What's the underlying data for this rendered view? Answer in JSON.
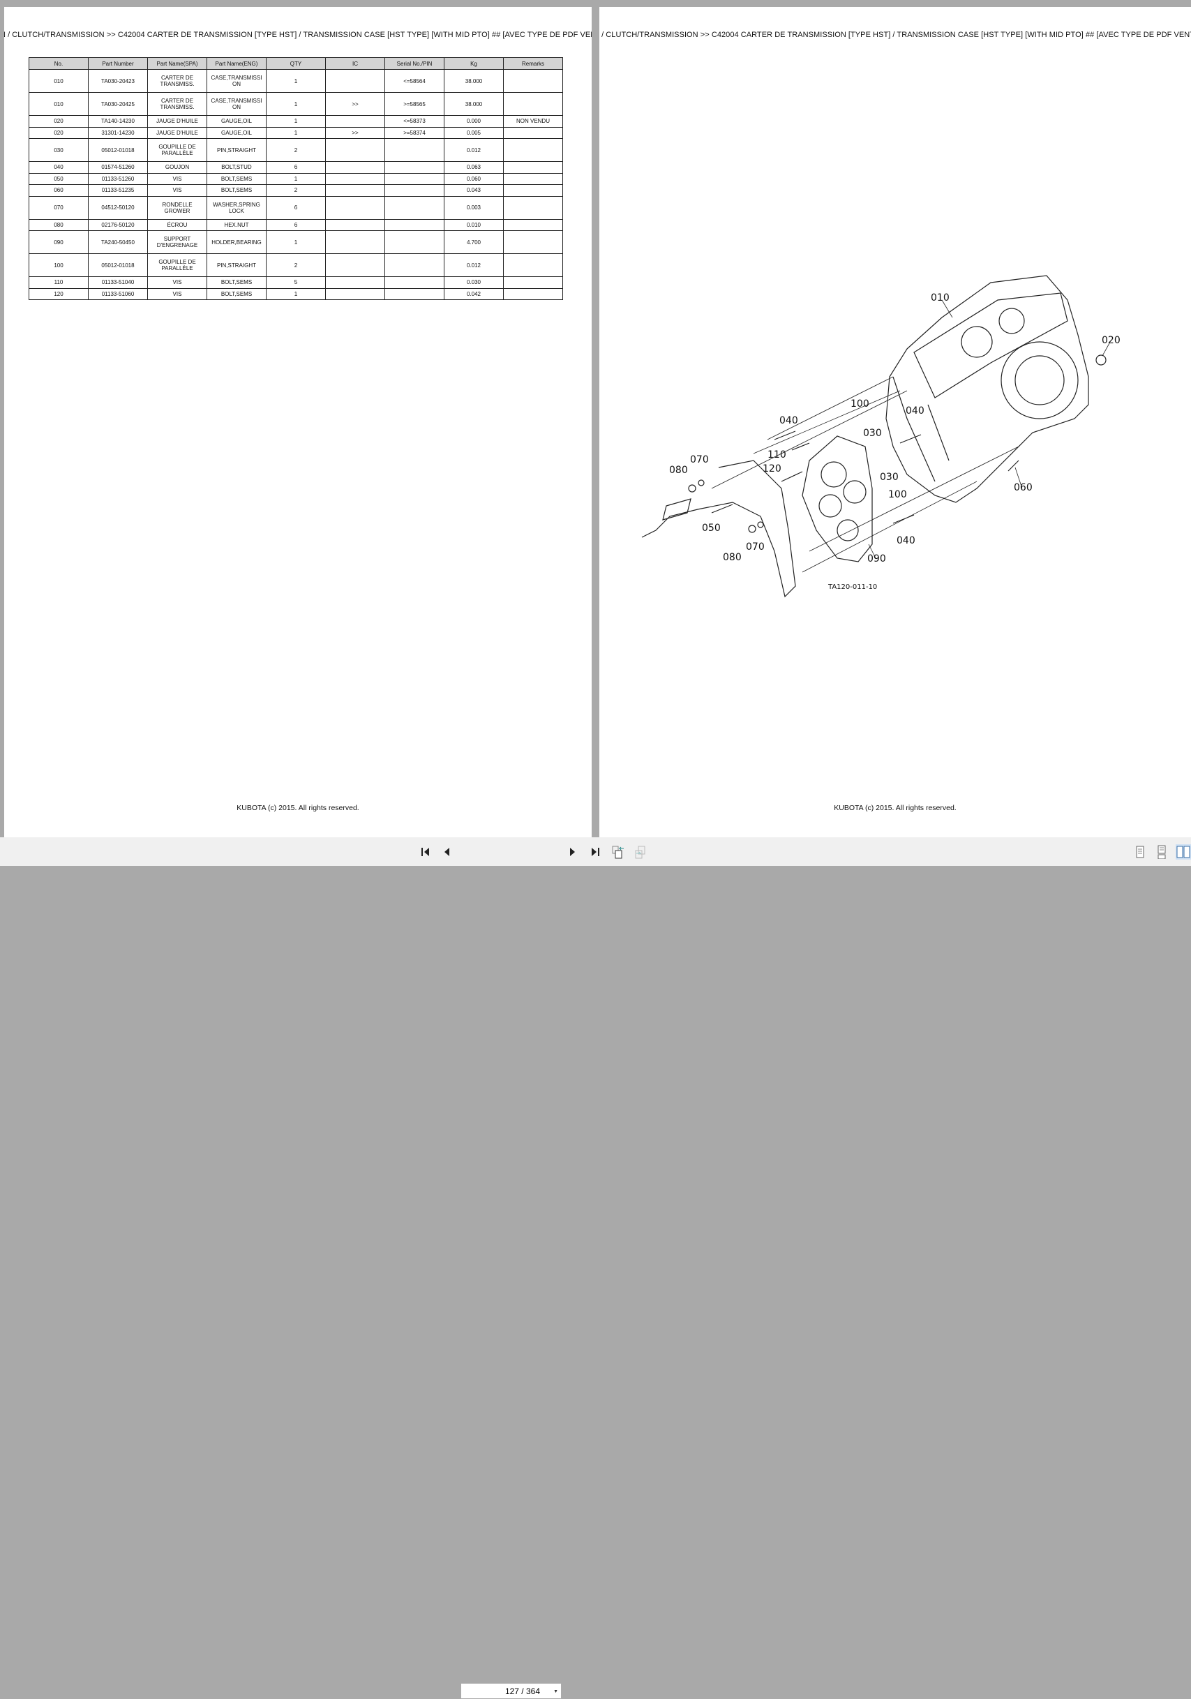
{
  "header_text": "N / CLUTCH/TRANSMISSION >> C42004   CARTER DE TRANSMISSION [TYPE HST] / TRANSMISSION CASE [HST TYPE] [WITH MID PTO] ## [AVEC TYPE DE PDF VENTRALE] [M",
  "footer_text": "KUBOTA (c) 2015. All rights reserved.",
  "table": {
    "columns": [
      "No.",
      "Part Number",
      "Part Name(SPA)",
      "Part Name(ENG)",
      "QTY",
      "IC",
      "Serial No./PIN",
      "Kg",
      "Remarks"
    ],
    "rows": [
      [
        "010",
        "TA030-20423",
        "CARTER DE TRANSMISS.",
        "CASE,TRANSMISSI ON",
        "1",
        "",
        "<=58564",
        "38.000",
        ""
      ],
      [
        "010",
        "TA030-20425",
        "CARTER DE TRANSMISS.",
        "CASE,TRANSMISSI ON",
        "1",
        ">>",
        ">=58565",
        "38.000",
        ""
      ],
      [
        "020",
        "TA140-14230",
        "JAUGE D'HUILE",
        "GAUGE,OIL",
        "1",
        "",
        "<=58373",
        "0.000",
        "NON VENDU"
      ],
      [
        "020",
        "31301-14230",
        "JAUGE D'HUILE",
        "GAUGE,OIL",
        "1",
        ">>",
        ">=58374",
        "0.005",
        ""
      ],
      [
        "030",
        "05012-01018",
        "GOUPILLE DE PARALLÈLE",
        "PIN,STRAIGHT",
        "2",
        "",
        "",
        "0.012",
        ""
      ],
      [
        "040",
        "01574-51260",
        "GOUJON",
        "BOLT,STUD",
        "6",
        "",
        "",
        "0.063",
        ""
      ],
      [
        "050",
        "01133-51260",
        "VIS",
        "BOLT,SEMS",
        "1",
        "",
        "",
        "0.060",
        ""
      ],
      [
        "060",
        "01133-51235",
        "VIS",
        "BOLT,SEMS",
        "2",
        "",
        "",
        "0.043",
        ""
      ],
      [
        "070",
        "04512-50120",
        "RONDELLE GROWER",
        "WASHER,SPRING LOCK",
        "6",
        "",
        "",
        "0.003",
        ""
      ],
      [
        "080",
        "02176-50120",
        "ÉCROU",
        "HEX.NUT",
        "6",
        "",
        "",
        "0.010",
        ""
      ],
      [
        "090",
        "TA240-50450",
        "SUPPORT D'ENGRENAGE",
        "HOLDER,BEARING",
        "1",
        "",
        "",
        "4.700",
        ""
      ],
      [
        "100",
        "05012-01018",
        "GOUPILLE DE PARALLÈLE",
        "PIN,STRAIGHT",
        "2",
        "",
        "",
        "0.012",
        ""
      ],
      [
        "110",
        "01133-51040",
        "VIS",
        "BOLT,SEMS",
        "5",
        "",
        "",
        "0.030",
        ""
      ],
      [
        "120",
        "01133-51060",
        "VIS",
        "BOLT,SEMS",
        "1",
        "",
        "",
        "0.042",
        ""
      ]
    ]
  },
  "diagram": {
    "code": "TA120-011-10",
    "callouts": [
      "010",
      "020",
      "040",
      "100",
      "040",
      "030",
      "110",
      "070",
      "080",
      "120",
      "030",
      "060",
      "100",
      "050",
      "070",
      "040",
      "080",
      "090"
    ]
  },
  "toolbar": {
    "page_indicator": "127 / 364",
    "icons": [
      "first-page-icon",
      "previous-page-icon",
      "next-page-icon",
      "last-page-icon",
      "go-back-view-icon",
      "go-forward-view-icon",
      "single-page-view-icon",
      "continuous-view-icon",
      "two-page-view-icon"
    ]
  }
}
